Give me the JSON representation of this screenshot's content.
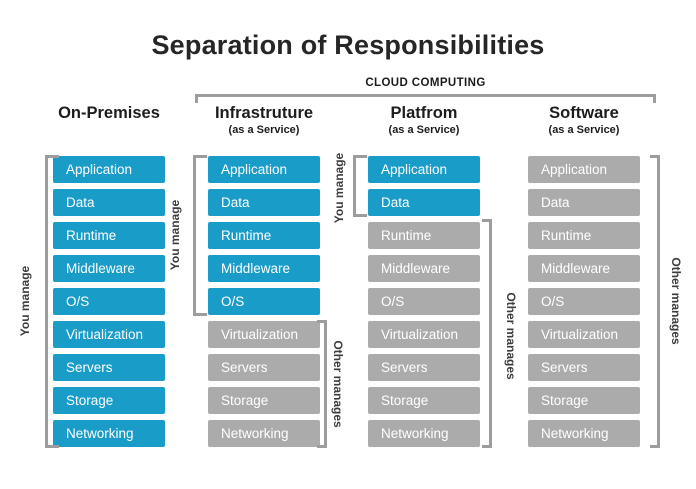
{
  "title": "Separation of Responsibilities",
  "cloud_label": "CLOUD COMPUTING",
  "side_labels": {
    "you_manage": "You manage",
    "other_manages": "Other manages"
  },
  "colors": {
    "managed": "#1A9CC8",
    "unmanaged": "#ABABAB",
    "bracket": "#9B9D9F"
  },
  "layers": [
    "Application",
    "Data",
    "Runtime",
    "Middleware",
    "O/S",
    "Virtualization",
    "Servers",
    "Storage",
    "Networking"
  ],
  "columns": [
    {
      "id": "onprem",
      "title": "On-Premises",
      "subtitle": "",
      "managed_count": 9,
      "has_you_bracket": true,
      "has_other_bracket": false
    },
    {
      "id": "iaas",
      "title": "Infrastruture",
      "subtitle": "(as a Service)",
      "managed_count": 5,
      "has_you_bracket": true,
      "has_other_bracket": true
    },
    {
      "id": "paas",
      "title": "Platfrom",
      "subtitle": "(as a Service)",
      "managed_count": 2,
      "has_you_bracket": true,
      "has_other_bracket": true
    },
    {
      "id": "saas",
      "title": "Software",
      "subtitle": "(as a Service)",
      "managed_count": 0,
      "has_you_bracket": false,
      "has_other_bracket": true
    }
  ]
}
